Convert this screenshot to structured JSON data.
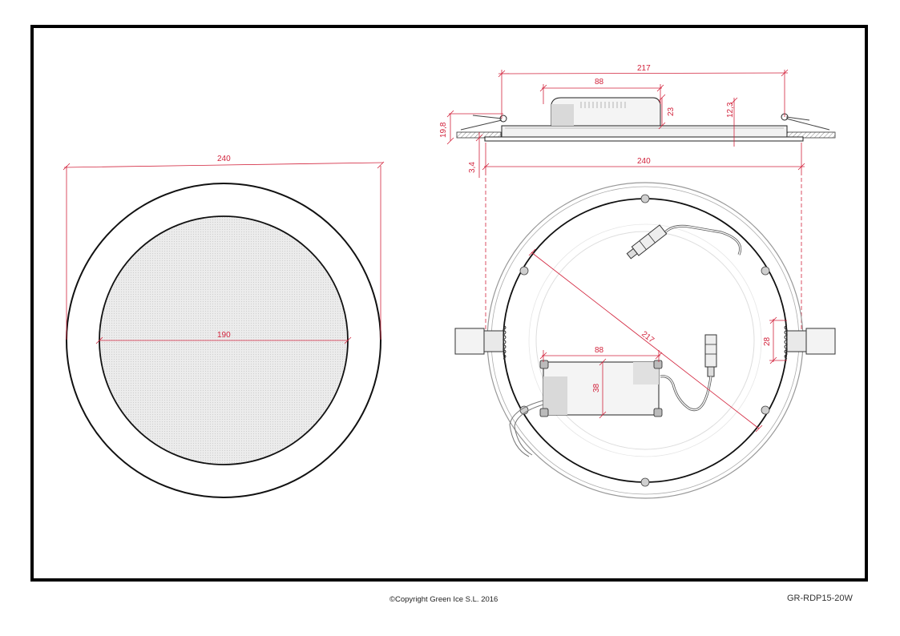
{
  "drawing": {
    "front_view": {
      "outer_diameter": "240",
      "diffuser_diameter": "190"
    },
    "side_view": {
      "top_width": "217",
      "driver_length": "88",
      "driver_height": "23",
      "body_height": "12,3",
      "total_height": "19,8",
      "rim_thickness": "3,4",
      "rim_diameter": "240"
    },
    "back_view": {
      "cutout_diagonal": "217",
      "driver_length": "88",
      "driver_width": "38",
      "clip_width": "28"
    }
  },
  "footer": {
    "copyright": "©Copyright Green Ice S.L. 2016",
    "model": "GR-RDP15-20W"
  },
  "colors": {
    "dimension": "#d2233c",
    "outline": "#111111",
    "frame": "#000000"
  }
}
